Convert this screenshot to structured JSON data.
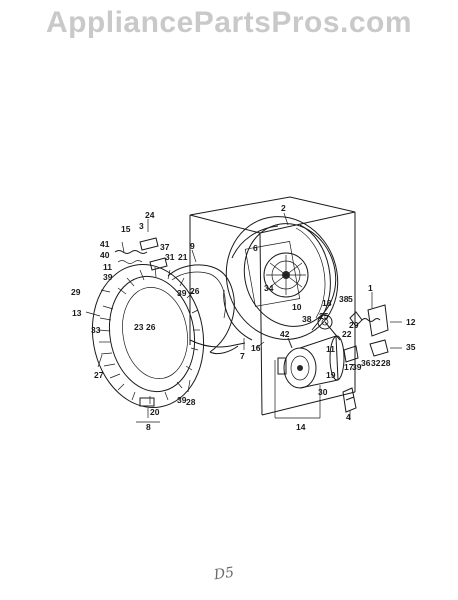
{
  "watermark": "AppliancePartsPros.com",
  "footer_mark": "D5",
  "callouts": {
    "c1": "1",
    "c2": "2",
    "c3": "3",
    "c4": "4",
    "c5": "5",
    "c6": "6",
    "c7": "7",
    "c8": "8",
    "c9": "9",
    "c10": "10",
    "c11": "11",
    "c11b": "11",
    "c12": "12",
    "c13": "13",
    "c14": "14",
    "c15": "15",
    "c16": "16",
    "c17": "17",
    "c18": "18",
    "c19": "19",
    "c20": "20",
    "c21": "21",
    "c22": "22",
    "c23": "23",
    "c24": "24",
    "c25": "25",
    "c26": "26",
    "c26b": "26",
    "c27": "27",
    "c28": "28",
    "c28b": "28",
    "c29": "29",
    "c29b": "29",
    "c30": "30",
    "c31": "31",
    "c32": "32",
    "c33": "33",
    "c34": "34",
    "c35": "35",
    "c36": "36",
    "c37": "37",
    "c38": "38",
    "c38b": "38",
    "c39": "39",
    "c39b": "39",
    "c39c": "39",
    "c39d": "39",
    "c40": "40",
    "c41": "41",
    "c42": "42"
  }
}
